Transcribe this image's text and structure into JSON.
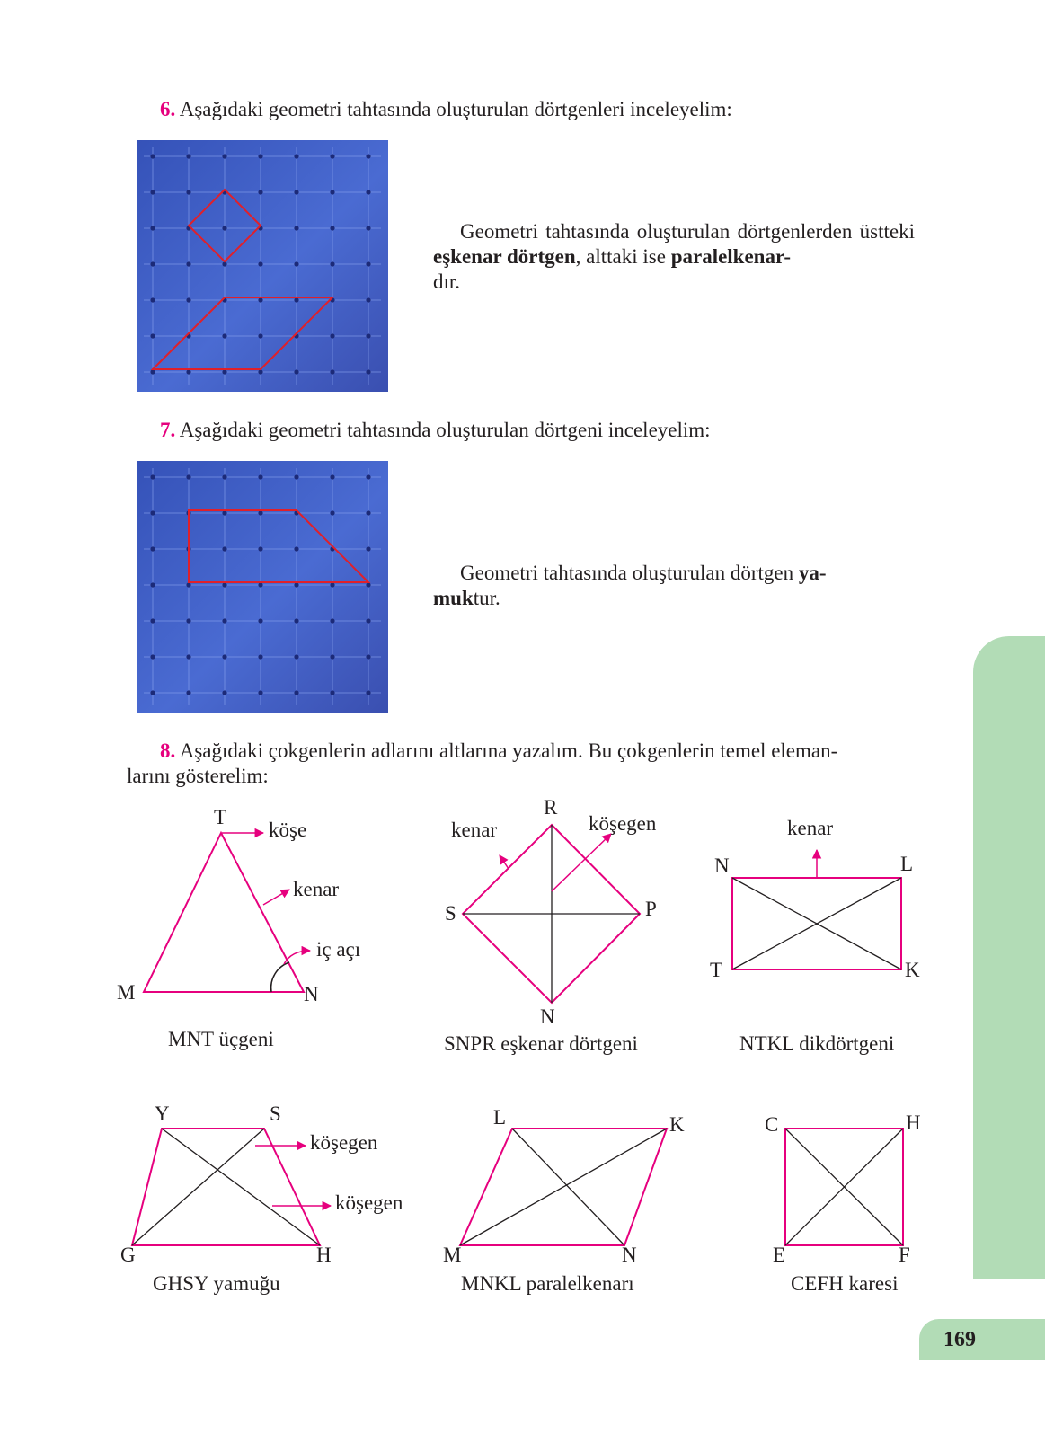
{
  "q6": {
    "number": "6.",
    "text": "Aşağıdaki geometri tahtasında oluşturulan dörtgenleri inceleyelim:",
    "para": {
      "t1": "Geometri tahtasında oluşturulan dörtgenlerden üstteki ",
      "b1": "eşkenar dörtgen",
      "t2": ", alttaki ise ",
      "b2": "paralelkenar-",
      "t3": "dır."
    }
  },
  "q7": {
    "number": "7.",
    "text": "Aşağıdaki geometri tahtasında oluşturulan dörtgeni inceleyelim:",
    "para": {
      "t1": "Geometri tahtasında oluşturulan dörtgen ",
      "b1": "ya-",
      "b2": "muk",
      "t2": "tur."
    }
  },
  "q8": {
    "number": "8.",
    "text": "Aşağıdaki çokgenlerin adlarını altlarına yazalım. Bu çokgenlerin temel eleman-",
    "text2": "larını gösterelim:"
  },
  "figures": {
    "triangle": {
      "caption": "MNT üçgeni",
      "vertices": [
        "T",
        "M",
        "N"
      ],
      "labels": [
        "köşe",
        "kenar",
        "iç açı"
      ]
    },
    "rhombus": {
      "caption": "SNPR eşkenar dörtgeni",
      "vertices": [
        "R",
        "S",
        "P",
        "N"
      ],
      "labels": [
        "kenar",
        "köşegen"
      ]
    },
    "rectangle": {
      "caption": "NTKL dikdörtgeni",
      "vertices": [
        "N",
        "L",
        "T",
        "K"
      ],
      "labels": [
        "kenar"
      ]
    },
    "trapezoid": {
      "caption": "GHSY yamuğu",
      "vertices": [
        "Y",
        "S",
        "G",
        "H"
      ],
      "labels": [
        "köşegen",
        "köşegen"
      ]
    },
    "parallelogram": {
      "caption": "MNKL paralelkenarı",
      "vertices": [
        "L",
        "K",
        "M",
        "N"
      ]
    },
    "square": {
      "caption": "CEFH karesi",
      "vertices": [
        "C",
        "H",
        "E",
        "F"
      ]
    }
  },
  "page_number": "169",
  "colors": {
    "accent": "#e6007e",
    "board": "#3d5fc4",
    "band": "#b2dcb6",
    "shape_on_board": "#e0202a"
  }
}
